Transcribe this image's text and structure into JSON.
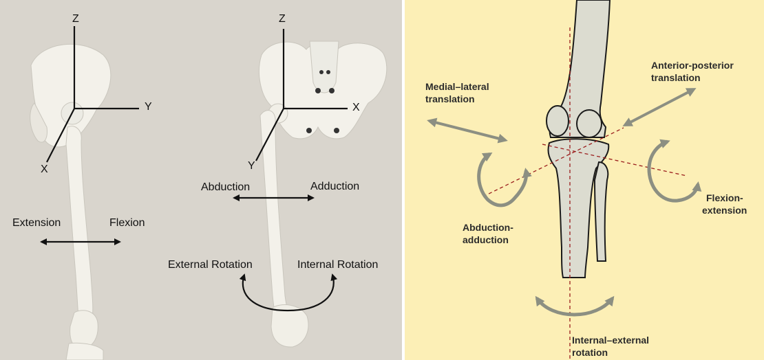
{
  "left": {
    "hip_view_axes": {
      "z": "Z",
      "y": "Y",
      "x": "X"
    },
    "pelvis_view_axes": {
      "z": "Z",
      "x": "X",
      "y": "Y"
    },
    "labels": {
      "extension": "Extension",
      "flexion": "Flexion",
      "abduction": "Abduction",
      "adduction": "Adduction",
      "external_rotation": "External  Rotation",
      "internal_rotation": "Internal  Rotation"
    }
  },
  "right": {
    "labels": {
      "medial_lateral": [
        "Medial–lateral",
        "translation"
      ],
      "anterior_posterior": [
        "Anterior-posterior",
        "translation"
      ],
      "abduction_adduction": [
        "Abduction-",
        "adduction"
      ],
      "flexion_extension": [
        "Flexion-",
        "extension"
      ],
      "internal_external": [
        "Internal–external",
        "rotation"
      ]
    }
  },
  "colors": {
    "left_background": "#d9d5cd",
    "right_background": "#fcefb6",
    "bone": "#f3f1ea",
    "knee_bone": "#dcdcd0",
    "axis_line": "#9a1c1c",
    "motion_arrow": "#8c8f82"
  }
}
